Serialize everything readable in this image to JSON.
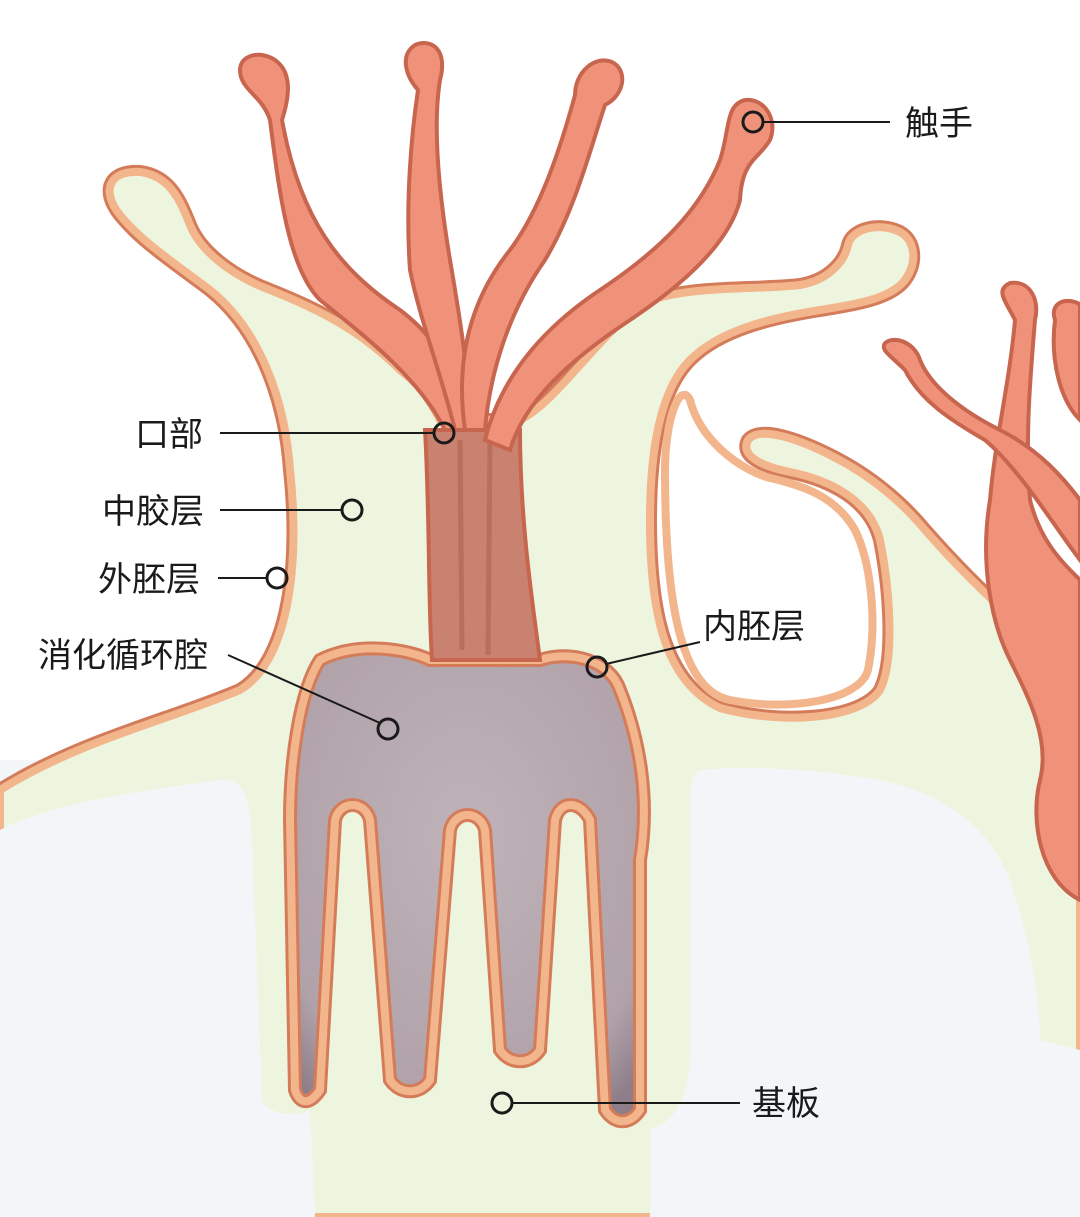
{
  "labels": {
    "tentacle": "触手",
    "mouth": "口部",
    "mesoglea": "中胶层",
    "ectoderm": "外胚层",
    "gastrovascular_cavity": "消化循环腔",
    "endoderm": "内胚层",
    "basal_plate": "基板"
  },
  "colors": {
    "tentacle_fill": "#F0927A",
    "tentacle_shade": "#C9826F",
    "tentacle_outline": "#C8654E",
    "body_fill": "#EEF5DF",
    "membrane": "#F2B58C",
    "membrane_outline": "#D47C5A",
    "cavity_fill": "#B5A6AD",
    "skeleton_fill": "#F3F6F9",
    "skeleton_cells": "#C9CDD1",
    "text": "#1a1a1a"
  }
}
